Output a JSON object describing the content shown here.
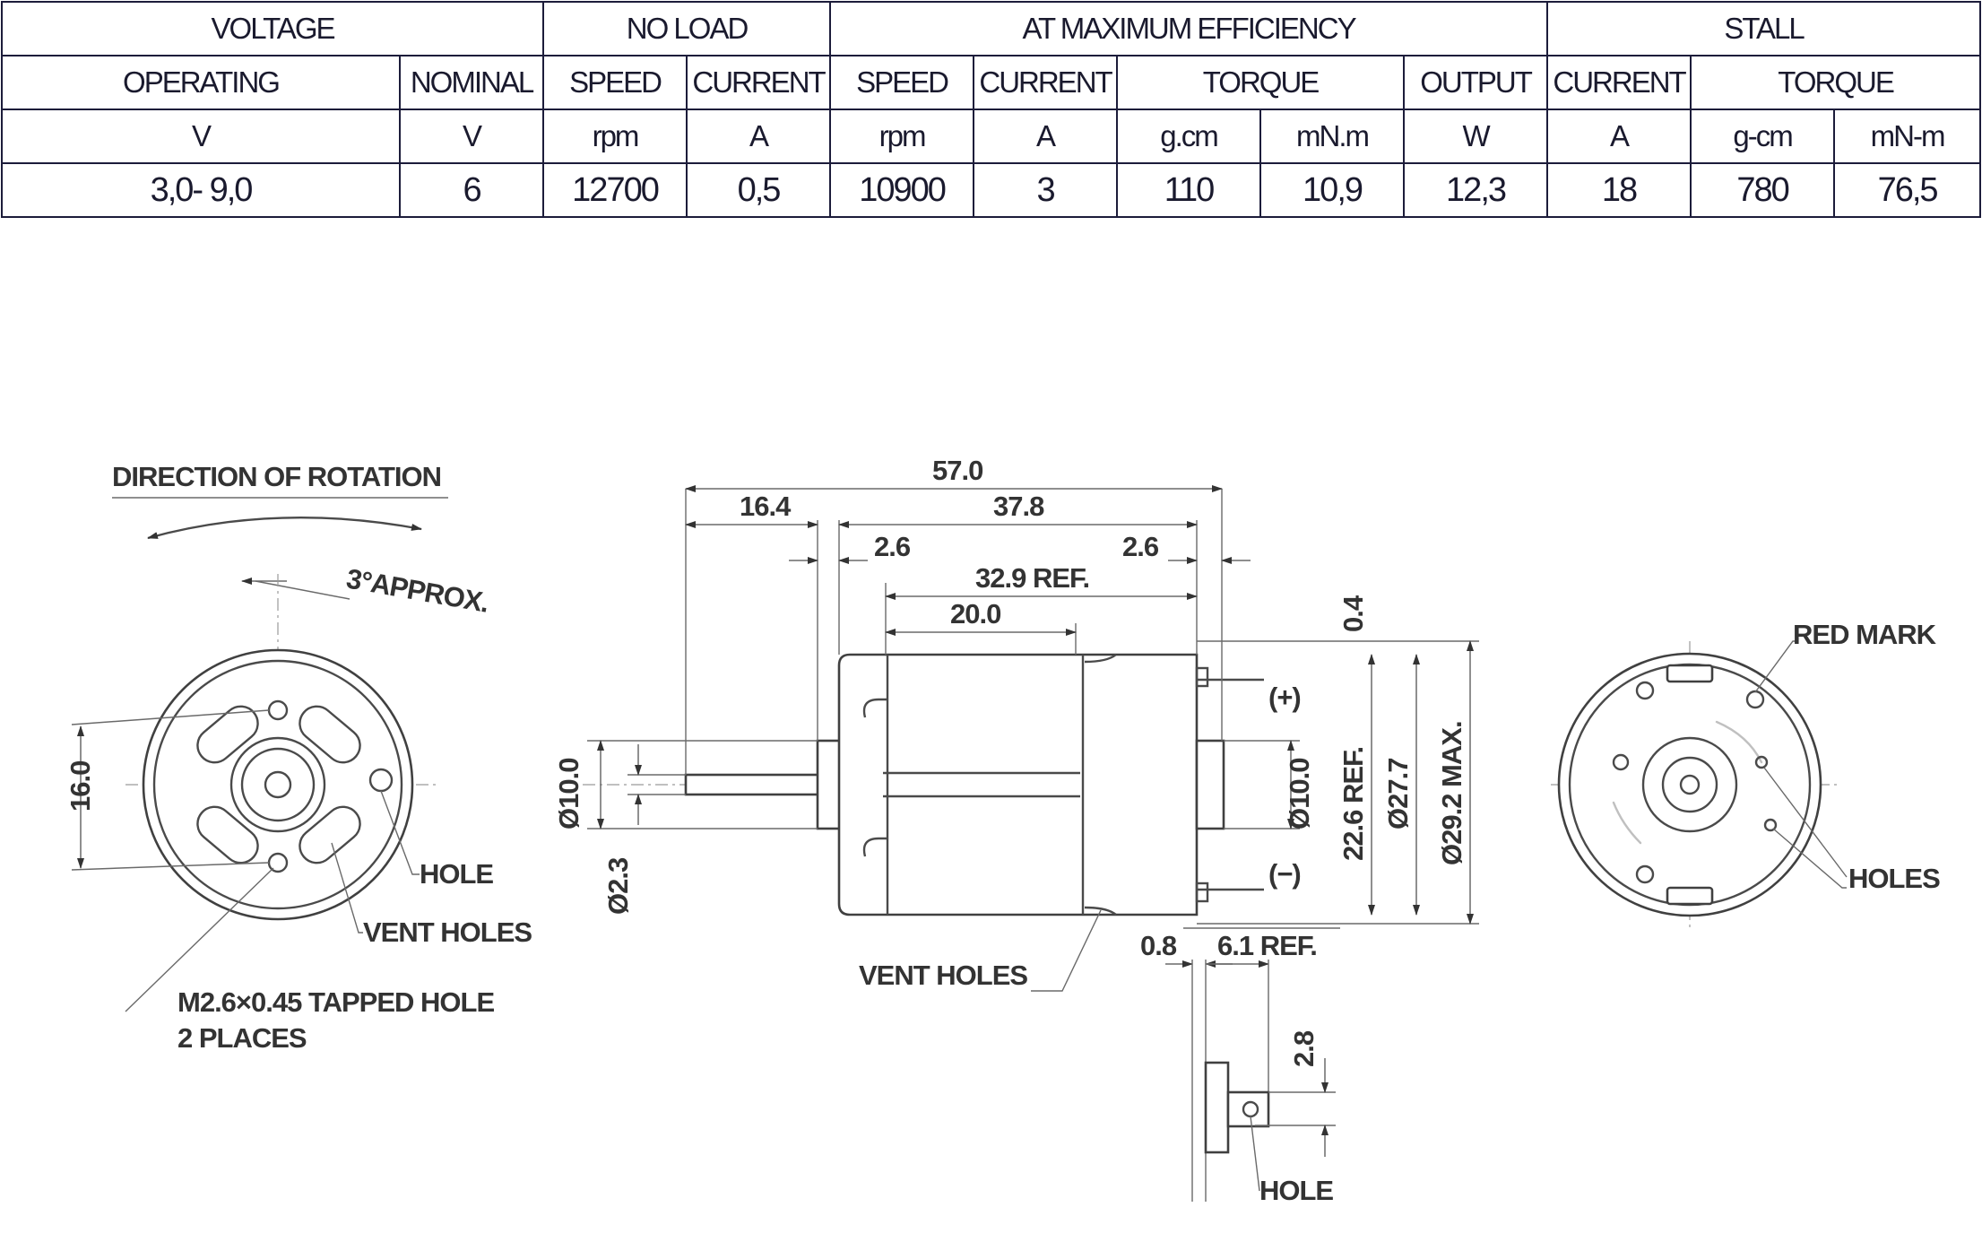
{
  "table": {
    "group_headers": [
      {
        "label": "VOLTAGE",
        "span": 2
      },
      {
        "label": "NO LOAD",
        "span": 2
      },
      {
        "label": "AT MAXIMUM EFFICIENCY",
        "span": 5
      },
      {
        "label": "STALL",
        "span": 3
      }
    ],
    "sub_headers": [
      {
        "label": "OPERATING",
        "span": 1
      },
      {
        "label": "NOMINAL",
        "span": 1
      },
      {
        "label": "SPEED",
        "span": 1
      },
      {
        "label": "CURRENT",
        "span": 1
      },
      {
        "label": "SPEED",
        "span": 1
      },
      {
        "label": "CURRENT",
        "span": 1
      },
      {
        "label": "TORQUE",
        "span": 2
      },
      {
        "label": "OUTPUT",
        "span": 1
      },
      {
        "label": "CURRENT",
        "span": 1
      },
      {
        "label": "TORQUE",
        "span": 2
      }
    ],
    "units": [
      "V",
      "V",
      "rpm",
      "A",
      "rpm",
      "A",
      "g.cm",
      "mN.m",
      "W",
      "A",
      "g-cm",
      "mN-m"
    ],
    "values": [
      "3,0- 9,0",
      "6",
      "12700",
      "0,5",
      "10900",
      "3",
      "110",
      "10,9",
      "12,3",
      "18",
      "780",
      "76,5"
    ]
  },
  "drawing": {
    "left_view": {
      "direction_label": "DIRECTION OF ROTATION",
      "approx_label": "3°APPROX.",
      "dim_16": "16.0",
      "hole_label": "HOLE",
      "vent_holes_label": "VENT HOLES",
      "tapped_label_1": "M2.6×0.45 TAPPED HOLE",
      "tapped_label_2": "2 PLACES"
    },
    "side_view": {
      "dim_57": "57.0",
      "dim_16_4": "16.4",
      "dim_37_8": "37.8",
      "dim_2_6_left": "2.6",
      "dim_2_6_right": "2.6",
      "dim_32_9": "32.9 REF.",
      "dim_20": "20.0",
      "dim_0_4": "0.4",
      "plus_label": "(+)",
      "minus_label": "(−)",
      "dia_10_left": "Ø10.0",
      "dia_2_3": "Ø2.3",
      "dia_10_right": "Ø10.0",
      "dim_22_6": "22.6 REF.",
      "dia_27_7": "Ø27.7",
      "dia_29_2": "Ø29.2 MAX.",
      "vent_holes_label": "VENT HOLES",
      "dim_0_8": "0.8",
      "dim_6_1": "6.1 REF.",
      "dim_2_8": "2.8",
      "terminal_hole_label": "HOLE"
    },
    "right_view": {
      "red_mark_label": "RED MARK",
      "holes_label": "HOLES"
    }
  }
}
